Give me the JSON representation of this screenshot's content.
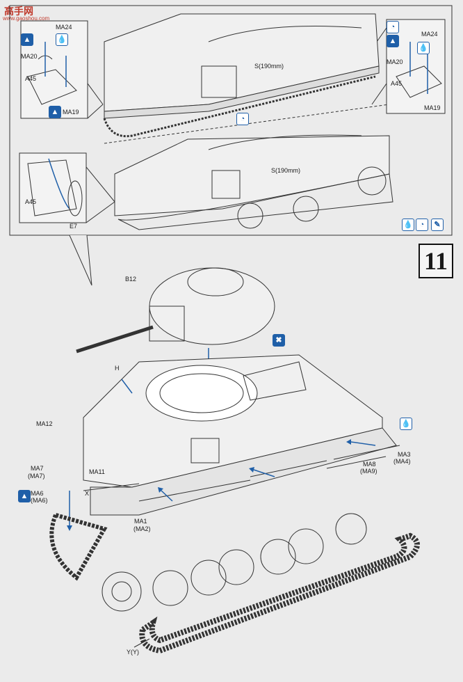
{
  "watermark": {
    "brand": "高手网",
    "site": "www.gaoshou.com"
  },
  "step_number": "11",
  "inset_top_left": {
    "labels": {
      "ma24": "MA24",
      "ma20": "MA20",
      "a45": "A45",
      "ma19": "MA19"
    }
  },
  "inset_top_right": {
    "labels": {
      "ma24": "MA24",
      "ma20": "MA20",
      "a45": "A45",
      "ma19": "MA19"
    }
  },
  "inset_mid_left": {
    "labels": {
      "a45": "A45",
      "e7": "E7"
    }
  },
  "cable_labels": {
    "upper": "S(190mm)",
    "lower": "S(190mm)"
  },
  "main_labels": {
    "b12": "B12",
    "h": "H",
    "ma12": "MA12",
    "ma7": "MA7",
    "ma7_alt": "(MA7)",
    "ma11": "MA11",
    "x": "X",
    "ma6": "MA6",
    "ma6_alt": "(MA6)",
    "ma1": "MA1",
    "ma1_alt": "(MA2)",
    "ma8": "MA8",
    "ma8_alt": "(MA9)",
    "ma3": "MA3",
    "ma3_alt": "(MA4)",
    "yy": "Y(Y)"
  },
  "icons": {
    "glue": "glue-drop-icon",
    "flip": "flip-view-icon",
    "option": "optional-part-icon",
    "paint": "paint-brush-icon",
    "remove": "remove-part-icon"
  },
  "colors": {
    "accent": "#1f5fa8",
    "line": "#333333",
    "paper": "#ebebeb"
  }
}
